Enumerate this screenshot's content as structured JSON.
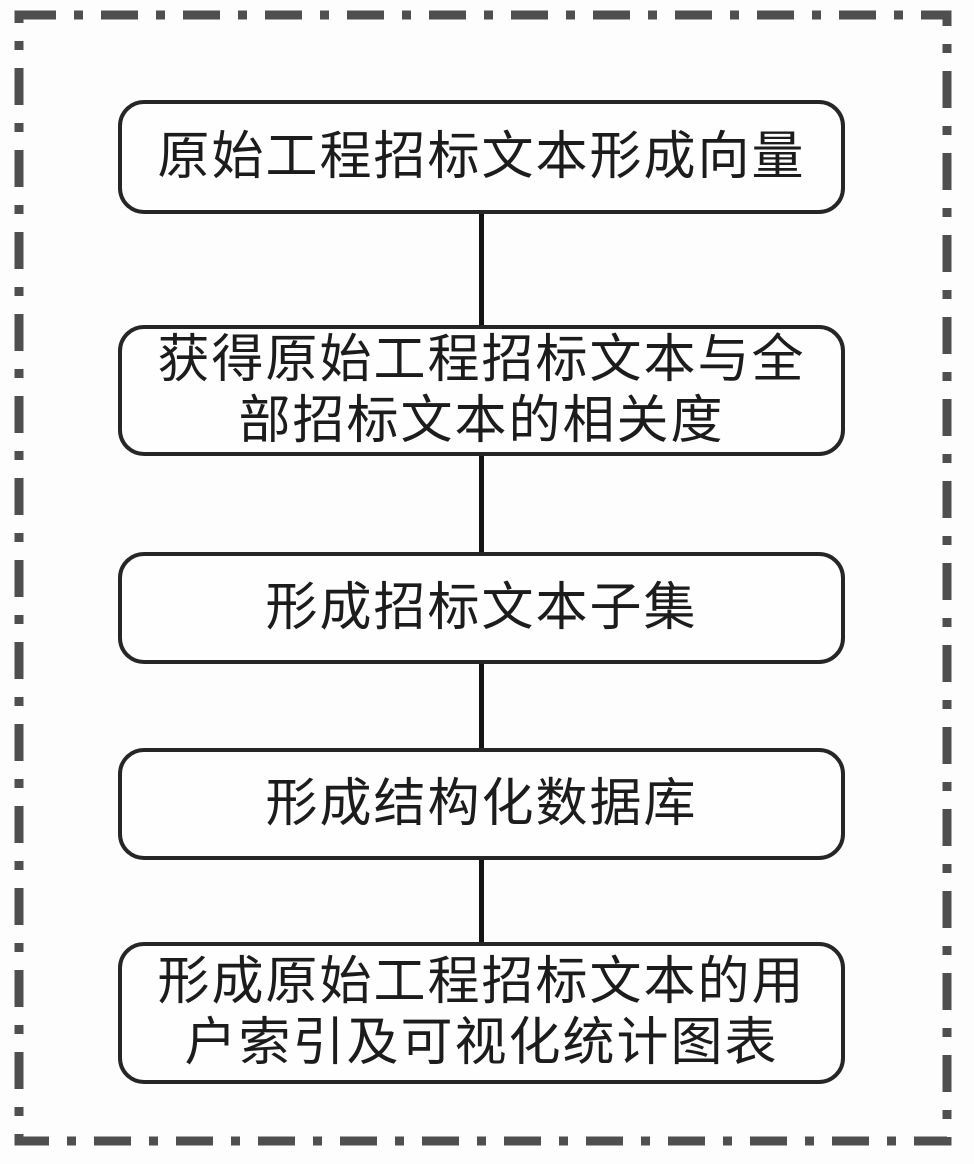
{
  "flowchart": {
    "type": "vertical-flowchart",
    "steps": [
      {
        "label": "原始工程招标文本形成向量",
        "lines": [
          "原始工程招标文本形成向量",
          ""
        ]
      },
      {
        "label": "获得原始工程招标文本与全部招标文本的相关度",
        "lines": [
          "获得原始工程招标文本与全",
          "部招标文本的相关度"
        ]
      },
      {
        "label": "形成招标文本子集",
        "lines": [
          "形成招标文本子集",
          ""
        ]
      },
      {
        "label": "形成结构化数据库",
        "lines": [
          "形成结构化数据库",
          ""
        ]
      },
      {
        "label": "形成原始工程招标文本的用户索引及可视化统计图表",
        "lines": [
          "形成原始工程招标文本的用",
          "户索引及可视化统计图表"
        ]
      }
    ],
    "connections": [
      {
        "from": 1,
        "to": 2
      },
      {
        "from": 2,
        "to": 3
      },
      {
        "from": 3,
        "to": 4
      },
      {
        "from": 4,
        "to": 5
      }
    ],
    "colors": {
      "background": "#fdfdfd",
      "node_fill": "#fefefe",
      "node_border": "#262626",
      "text": "#1c1c1c",
      "connector": "#141414",
      "frame": "#4f4f4f"
    }
  }
}
